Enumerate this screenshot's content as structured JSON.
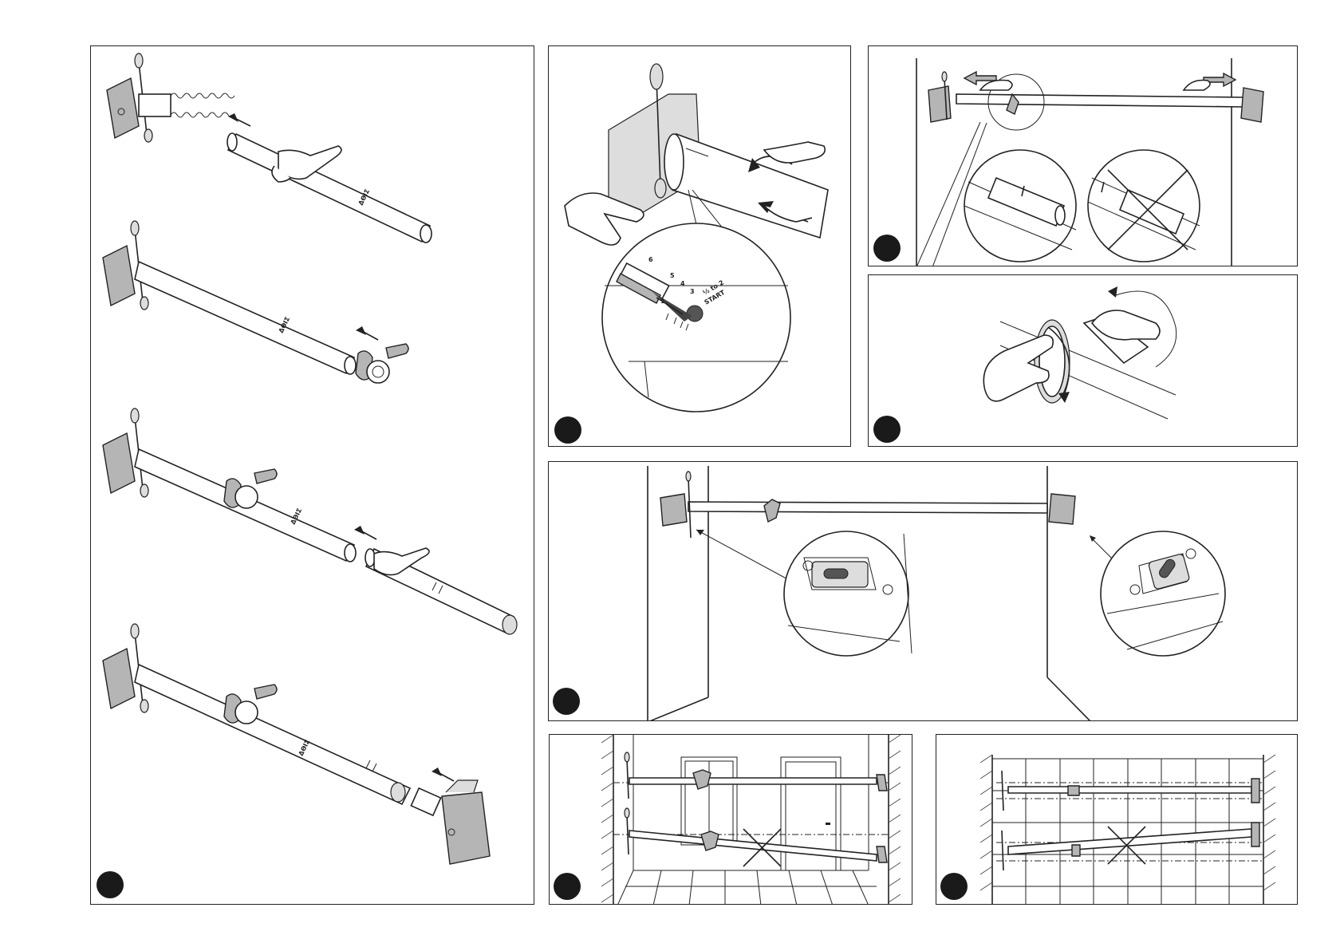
{
  "colors": {
    "stroke": "#222222",
    "badge": "#1a1a1a",
    "fill_gray": "#b5b5b5",
    "fill_light": "#dddddd"
  },
  "dial": {
    "label_start": "START",
    "label_range": "½ to 2",
    "scale_numbers": [
      "6",
      "5",
      "4",
      "3",
      "1"
    ]
  },
  "tube_marking": "ΔϴΙΣ",
  "icons": [
    "arrow-icon",
    "cross-icon",
    "hand-icon",
    "clamp-icon",
    "wall-bracket-icon",
    "magnifier-circle-icon",
    "rotation-arrow-icon"
  ]
}
